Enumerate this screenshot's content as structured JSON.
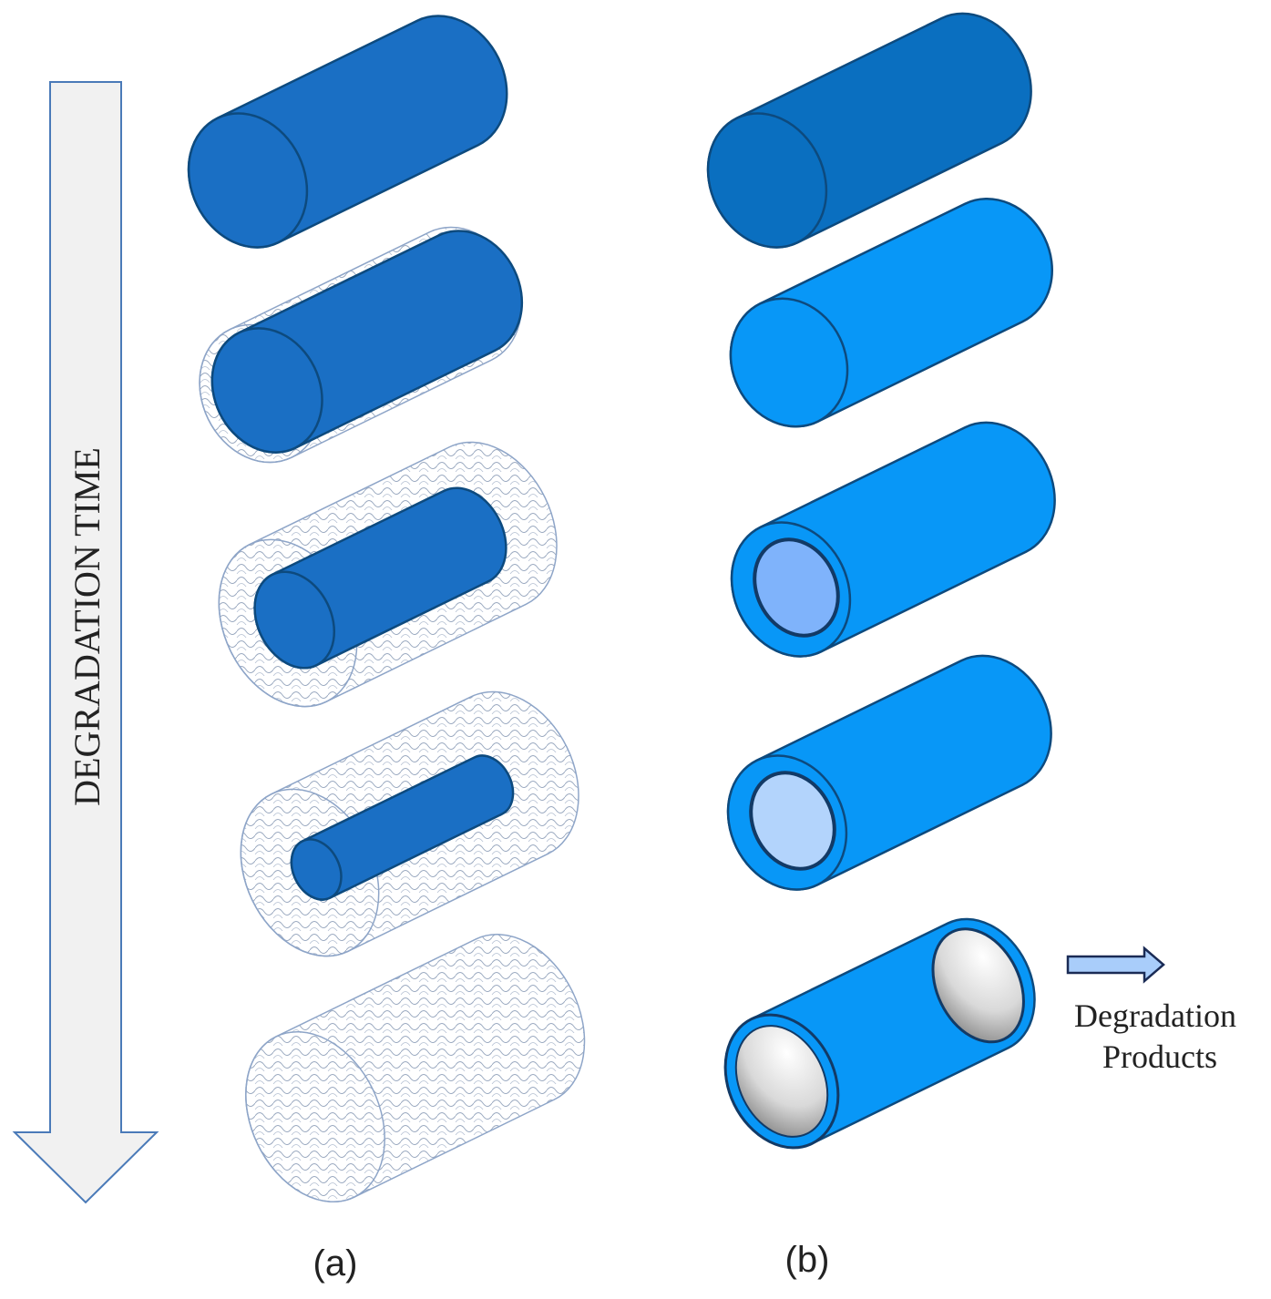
{
  "time_axis": {
    "label": "DEGRADATION TIME"
  },
  "panels": [
    {
      "label": "(a)",
      "stages": [
        {
          "core_fraction": 1.0,
          "core_visible": true
        },
        {
          "core_fraction": 0.92,
          "core_visible": true
        },
        {
          "core_fraction": 0.72,
          "core_visible": true
        },
        {
          "core_fraction": 0.45,
          "core_visible": true
        },
        {
          "core_fraction": 0.0,
          "core_visible": false
        }
      ]
    },
    {
      "label": "(b)",
      "stages": [
        {
          "state": "solid"
        },
        {
          "state": "solid"
        },
        {
          "state": "inner-core"
        },
        {
          "state": "inner-core"
        },
        {
          "state": "hollow"
        }
      ]
    }
  ],
  "degradation_products": {
    "line1": "Degradation",
    "line2": "Products"
  },
  "colors": {
    "dark_blue": "#1a6fc4",
    "bright_blue": "#0897f7",
    "core_light_a": "#7fb3fb",
    "core_light_b": "#b3d4fc",
    "outline": "#0d4a7e",
    "mesh": "#9aa9c0",
    "arrow_fill": "#f1f1f1",
    "arrow_stroke": "#4a7ab8",
    "products_arrow": "#a9cdfa"
  }
}
